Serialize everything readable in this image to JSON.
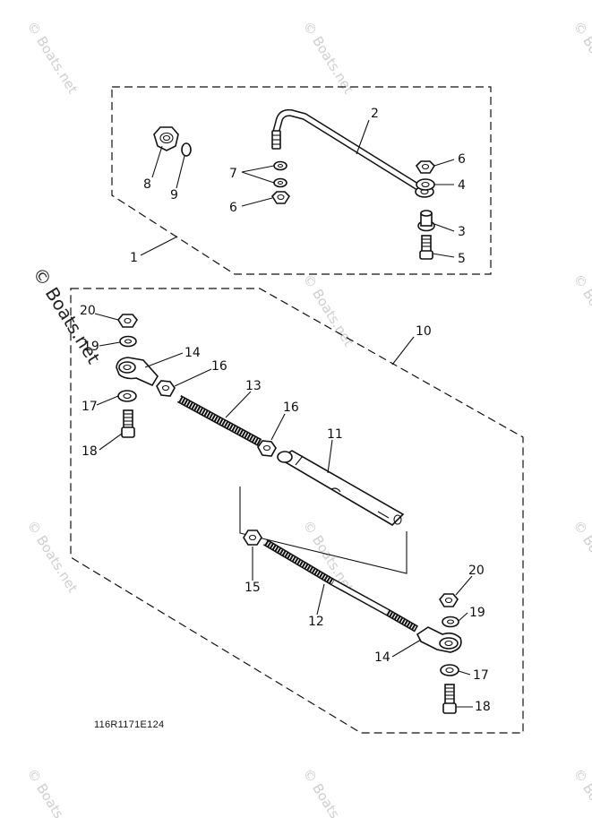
{
  "diagram": {
    "code": "116R1171E124",
    "watermark": "© Boats.net",
    "callouts": {
      "c1": "1",
      "c2": "2",
      "c3": "3",
      "c4": "4",
      "c5": "5",
      "c6a": "6",
      "c6b": "6",
      "c7": "7",
      "c8": "8",
      "c9": "9",
      "c10": "10",
      "c11": "11",
      "c12": "12",
      "c13": "13",
      "c14a": "14",
      "c14b": "14",
      "c15": "15",
      "c16a": "16",
      "c16b": "16",
      "c17a": "17",
      "c17b": "17",
      "c18a": "18",
      "c18b": "18",
      "c19a": "19",
      "c19b": "19",
      "c20a": "20",
      "c20b": "20"
    }
  }
}
